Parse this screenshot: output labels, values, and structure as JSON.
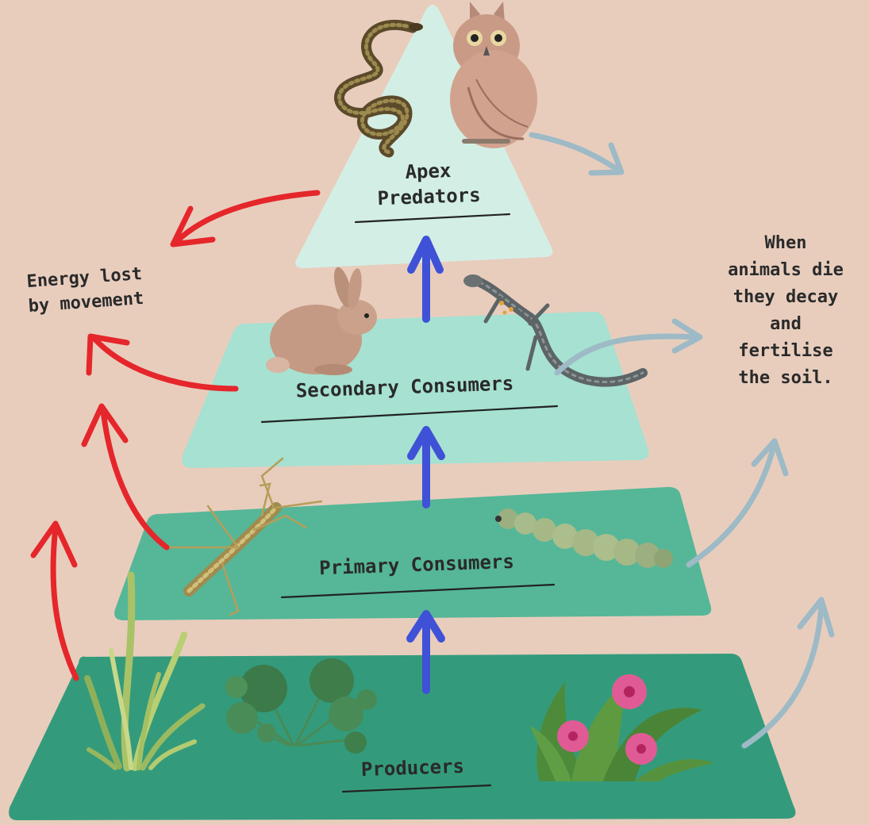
{
  "colors": {
    "background": "#e8cdbd",
    "tier_apex": "#d3efe5",
    "tier_secondary": "#a6e1d1",
    "tier_primary": "#55b797",
    "tier_producers": "#339b7b",
    "arrow_energy_up": "#3f51d6",
    "arrow_energy_lost": "#e5262b",
    "arrow_decay": "#9dbac6"
  },
  "tiers": {
    "apex": "Apex\nPredators",
    "secondary": "Secondary Consumers",
    "primary": "Primary Consumers",
    "producers": "Producers"
  },
  "notes": {
    "energy_lost": "Energy lost\nby movement",
    "decay": "When\nanimals die\nthey decay\nand\nfertilise\nthe soil."
  },
  "illustrations": [
    "snake",
    "owl",
    "rabbit",
    "lizard",
    "stick-insect",
    "caterpillar",
    "grass",
    "round-leaf-plant",
    "pink-flower-plant"
  ]
}
